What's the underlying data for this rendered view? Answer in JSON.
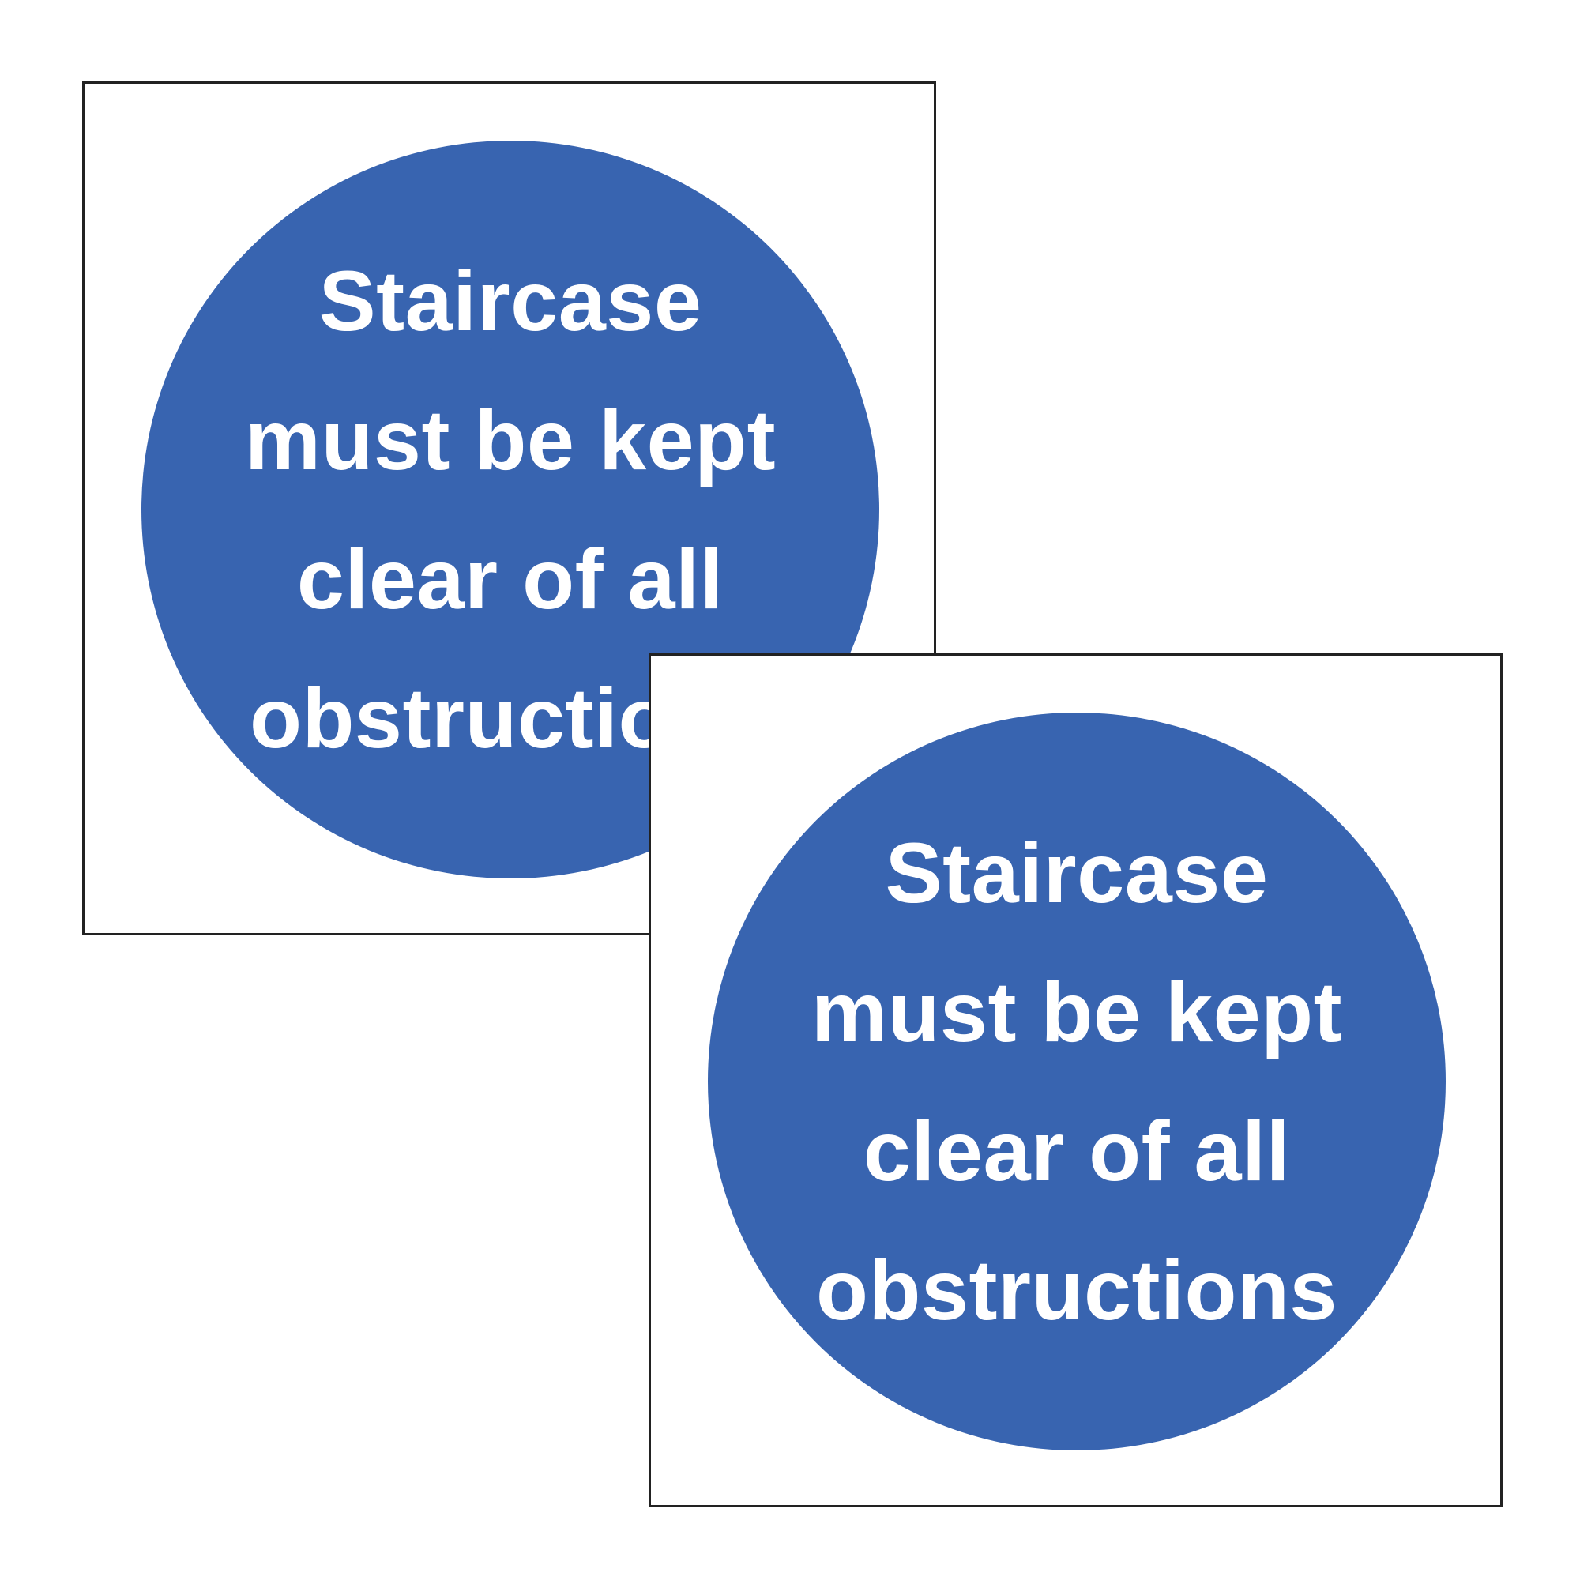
{
  "colors": {
    "background": "#ffffff",
    "sign_face": "#ffffff",
    "sign_border": "#222222",
    "disc": "#3864b0",
    "text": "#ffffff"
  },
  "signs": [
    {
      "lines": [
        "Staircase",
        "must be kept",
        "clear of all",
        "obstructions"
      ]
    },
    {
      "lines": [
        "Staircase",
        "must be kept",
        "clear of all",
        "obstructions"
      ]
    }
  ]
}
